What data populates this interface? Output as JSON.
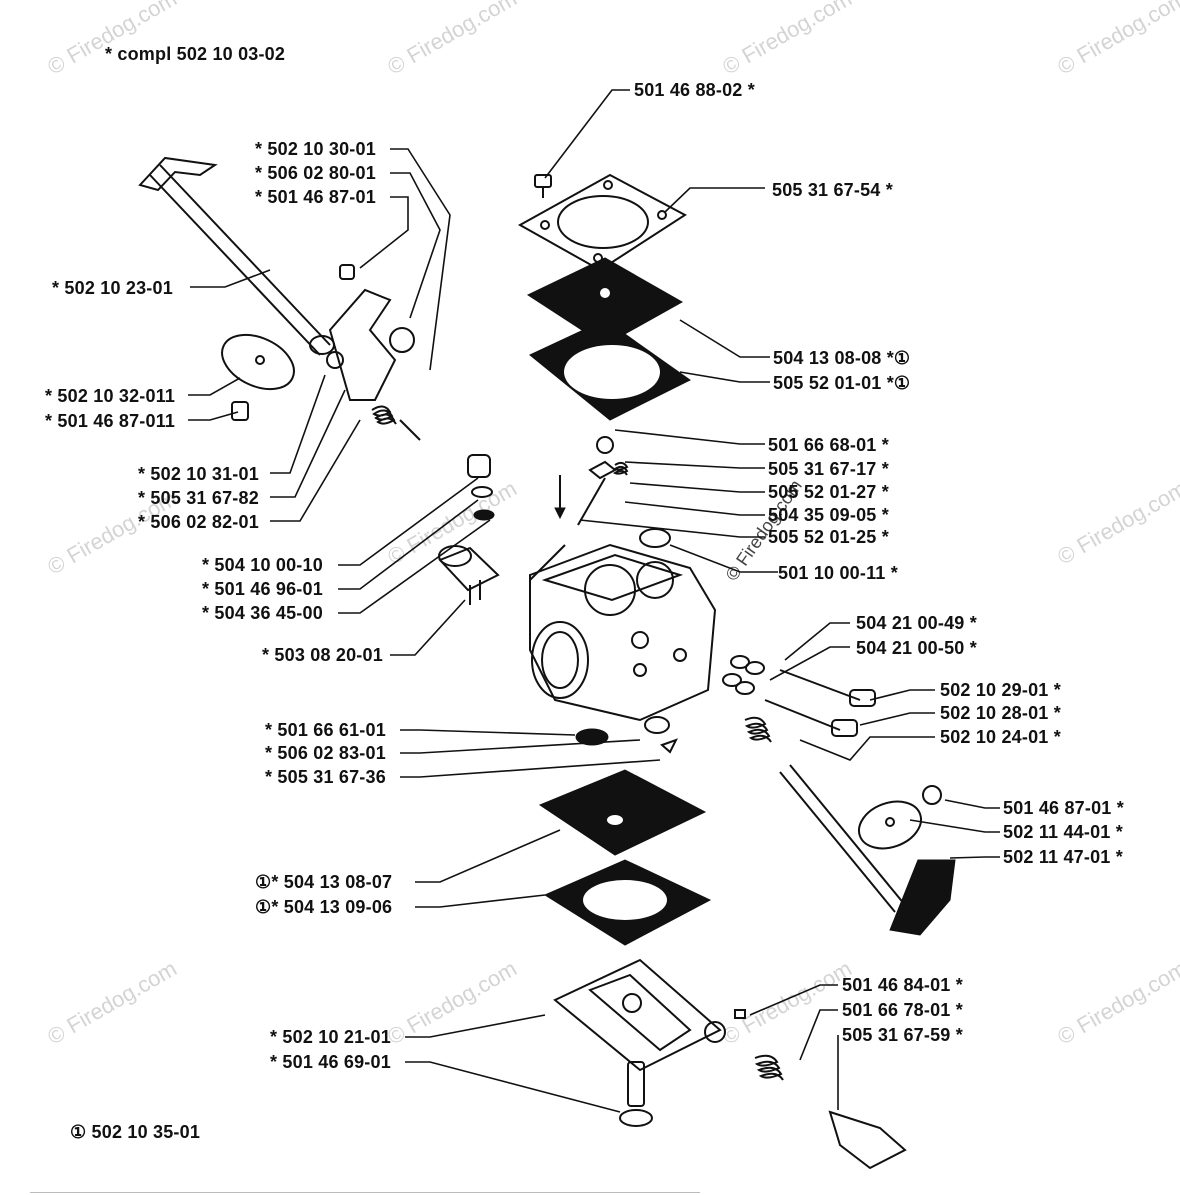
{
  "header": {
    "kit_note": "*  compl 502 10 03-02"
  },
  "footer": {
    "kit_ref": "① 502 10 35-01"
  },
  "watermark": {
    "text": "© Firedog.com"
  },
  "parts": [
    {
      "id": "p1",
      "text": "501 46 88-02  *"
    },
    {
      "id": "p2",
      "text": "505 31 67-54  *"
    },
    {
      "id": "p3",
      "text": "504 13 08-08  *①"
    },
    {
      "id": "p4",
      "text": "505 52 01-01  *①"
    },
    {
      "id": "p5",
      "text": "*  502 10 30-01"
    },
    {
      "id": "p6",
      "text": "*  506 02 80-01"
    },
    {
      "id": "p7",
      "text": "*  501 46 87-01"
    },
    {
      "id": "p8",
      "text": "*  502 10 23-01"
    },
    {
      "id": "p9",
      "text": "*  502 10 32-011"
    },
    {
      "id": "p10",
      "text": "*  501 46 87-011"
    },
    {
      "id": "p11",
      "text": "*  502 10 31-01"
    },
    {
      "id": "p12",
      "text": "*  505 31 67-82"
    },
    {
      "id": "p13",
      "text": "*  506 02 82-01"
    },
    {
      "id": "p14",
      "text": "*  504 10 00-10"
    },
    {
      "id": "p15",
      "text": "*  501 46 96-01"
    },
    {
      "id": "p16",
      "text": "*  504 36 45-00"
    },
    {
      "id": "p17",
      "text": "*  503 08 20-01"
    },
    {
      "id": "p18",
      "text": "501 66 68-01  *"
    },
    {
      "id": "p19",
      "text": "505 31 67-17  *"
    },
    {
      "id": "p20",
      "text": "505 52 01-27  *"
    },
    {
      "id": "p21",
      "text": "504 35 09-05  *"
    },
    {
      "id": "p22",
      "text": "505 52 01-25  *"
    },
    {
      "id": "p23",
      "text": "501 10 00-11  *"
    },
    {
      "id": "p24",
      "text": "504 21 00-49  *"
    },
    {
      "id": "p25",
      "text": "504 21 00-50  *"
    },
    {
      "id": "p26",
      "text": "502 10 29-01  *"
    },
    {
      "id": "p27",
      "text": "502 10 28-01  *"
    },
    {
      "id": "p28",
      "text": "502 10 24-01  *"
    },
    {
      "id": "p29",
      "text": "*  501 66 61-01"
    },
    {
      "id": "p30",
      "text": "*  506 02 83-01"
    },
    {
      "id": "p31",
      "text": "*  505 31 67-36"
    },
    {
      "id": "p32",
      "text": "501 46 87-01  *"
    },
    {
      "id": "p33",
      "text": "502 11 44-01  *"
    },
    {
      "id": "p34",
      "text": "502 11 47-01  *"
    },
    {
      "id": "p35",
      "text": "①*  504 13 08-07"
    },
    {
      "id": "p36",
      "text": "①*  504 13 09-06"
    },
    {
      "id": "p37",
      "text": "501 46 84-01  *"
    },
    {
      "id": "p38",
      "text": "501 66 78-01  *"
    },
    {
      "id": "p39",
      "text": "505 31 67-59  *"
    },
    {
      "id": "p40",
      "text": "*  502 10 21-01"
    },
    {
      "id": "p41",
      "text": "*  501 46 69-01"
    }
  ]
}
